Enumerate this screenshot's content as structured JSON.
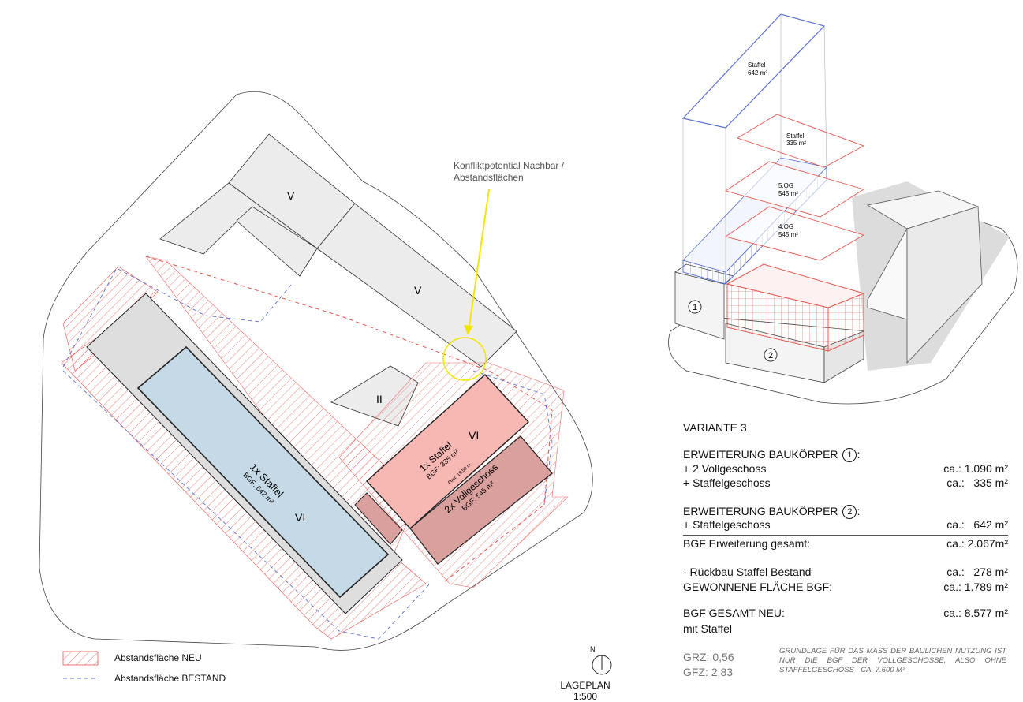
{
  "site_plan": {
    "annotation": "Konfliktpotential Nachbar / Abstandsflächen",
    "buildings": {
      "existing_v_north": "V",
      "existing_v_center": "V",
      "existing_ii": "II",
      "body1_floors": "VI",
      "body2_floors": "VI"
    },
    "blue_body": {
      "line1": "1x Staffel",
      "line2": "BGF: 642 m²"
    },
    "pink_body": {
      "line1": "1x Staffel",
      "line2": "BGF: 335 m²",
      "line3": "First: 19,50 m"
    },
    "dark_body": {
      "line1": "2x Vollgeschoss",
      "line2": "BGF: 545 m²"
    }
  },
  "axonometric": {
    "staffel_top": {
      "name": "Staffel",
      "area": "642 m²"
    },
    "staffel_mid": {
      "name": "Staffel",
      "area": "335 m²"
    },
    "og5": {
      "name": "5.OG",
      "area": "545 m²"
    },
    "og4": {
      "name": "4.OG",
      "area": "545 m²"
    },
    "marker1": "1",
    "marker2": "2"
  },
  "variant": {
    "title": "VARIANTE 3",
    "section1_title": "ERWEITERUNG BAUKÖRPER",
    "section1_marker": "1",
    "section1_suffix": ":",
    "s1_row1_label": "+ 2 Vollgeschoss",
    "s1_row1_value": "ca.: 1.090 m²",
    "s1_row2_label": "+ Staffelgeschoss",
    "s1_row2_value": "ca.:   335 m²",
    "section2_title": "ERWEITERUNG BAUKÖRPER",
    "section2_marker": "2",
    "section2_suffix": ":",
    "s2_row1_label": "+ Staffelgeschoss",
    "s2_row1_value": "ca.:   642 m²",
    "total_label": "BGF Erweiterung gesamt:",
    "total_value": "ca.: 2.067m²",
    "rueckbau_label": "- Rückbau Staffel Bestand",
    "rueckbau_value": "ca.:   278 m²",
    "gewonnen_label": "GEWONNENE FLÄCHE BGF:",
    "gewonnen_value": "ca.: 1.789 m²",
    "gesamt_label": "BGF GESAMT NEU:",
    "gesamt_value": "ca.: 8.577 m²",
    "gesamt_sub": "mit Staffel"
  },
  "ratios": {
    "grz": "GRZ: 0,56",
    "gfz": "GFZ: 2,83"
  },
  "note": "Grundlage für das Mass der baulichen Nutzung ist nur die BGF der Vollgeschosse, also ohne Staffelgeschoss - ca. 7.600 m²",
  "legend": {
    "neu": "Abstandsfläche NEU",
    "bestand": "Abstandsfläche BESTAND"
  },
  "plan_label": {
    "north": "N",
    "title": "LAGEPLAN",
    "scale": "1:500"
  },
  "colors": {
    "hatch_red": "#e8554e",
    "dash_blue": "#5b72d6",
    "blue_fill": "#c5d9e6",
    "pink_fill": "#f7b7b3",
    "dark_fill": "#d9a09d",
    "existing_fill": "#ececec",
    "highlight_yellow": "#f2e600"
  }
}
